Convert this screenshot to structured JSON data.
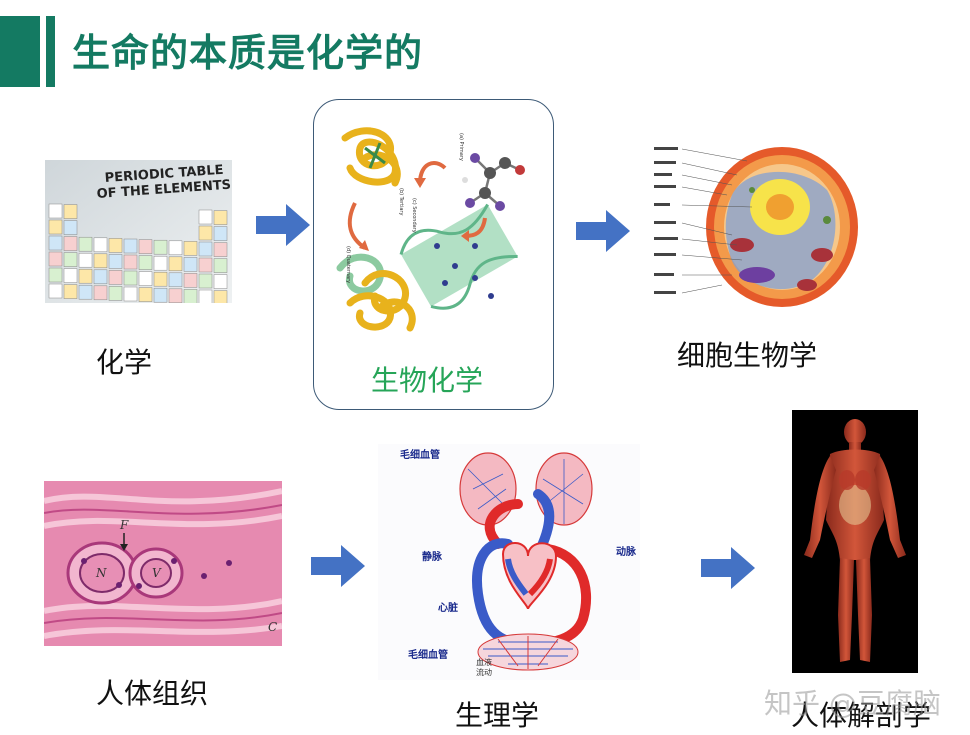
{
  "slide": {
    "title": "生命的本质是化学的",
    "accent": "#147a62",
    "arrow_color": "#4472c4"
  },
  "panels": {
    "chemistry": {
      "label": "化学",
      "image_text": [
        "PERIODIC TABLE",
        "OF THE ELEMENTS"
      ]
    },
    "biochemistry": {
      "label": "生物化学"
    },
    "cell_biology": {
      "label": "细胞生物学"
    },
    "histology": {
      "label": "人体组织"
    },
    "physiology": {
      "label": "生理学",
      "diagram_labels": [
        "毛细血管",
        "静脉",
        "动脉",
        "心脏",
        "毛细血管",
        "血液",
        "流动"
      ]
    },
    "anatomy": {
      "label": "人体解剖学"
    }
  },
  "watermark": "知乎 @豆腐脑"
}
